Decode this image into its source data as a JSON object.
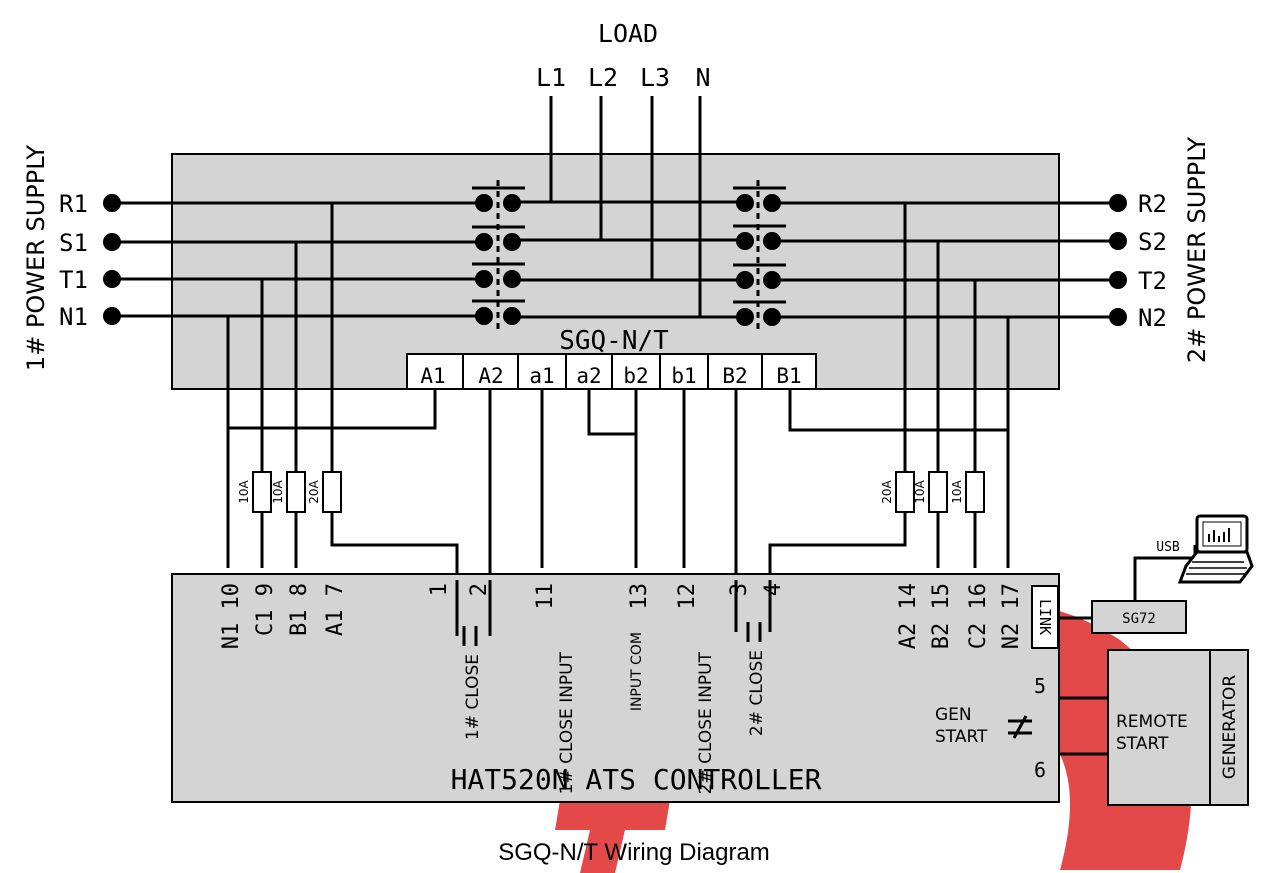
{
  "title": "SGQ-N/T Wiring Diagram",
  "load": {
    "label": "LOAD",
    "lines": [
      "L1",
      "L2",
      "L3",
      "N"
    ]
  },
  "supply1": {
    "label": "1# POWER SUPPLY",
    "terminals": [
      "R1",
      "S1",
      "T1",
      "N1"
    ]
  },
  "supply2": {
    "label": "2# POWER SUPPLY",
    "terminals": [
      "R2",
      "S2",
      "T2",
      "N2"
    ]
  },
  "switch": {
    "name": "SGQ-N/T",
    "terminals": [
      "A1",
      "A2",
      "a1",
      "a2",
      "b2",
      "b1",
      "B2",
      "B1"
    ]
  },
  "fuses": {
    "left": [
      "10A",
      "10A",
      "20A"
    ],
    "right": [
      "20A",
      "10A",
      "10A"
    ]
  },
  "controller": {
    "name": "HAT520N ATS CONTROLLER",
    "left_terminals": [
      "N1 10",
      "C1  9",
      "B1  8",
      "A1  7"
    ],
    "right_terminals": [
      "A2  14",
      "B2  15",
      "C2  16",
      "N2  17"
    ],
    "pin1": "1",
    "pin2": "2",
    "pin11": "11",
    "pin13": "13",
    "pin12": "12",
    "pin3": "3",
    "pin4": "4",
    "close1": "1# CLOSE",
    "close1_input": "1# CLOSE INPUT",
    "input_com": "INPUT COM",
    "close2_input": "2# CLOSE INPUT",
    "close2": "2# CLOSE",
    "link": "LINK",
    "gen_start": [
      "GEN",
      "START"
    ],
    "pin5": "5",
    "pin6": "6"
  },
  "module": "SG72",
  "usb": "USB",
  "generator": {
    "label": "GENERATOR",
    "remote_start": [
      "REMOTE",
      "START"
    ]
  }
}
